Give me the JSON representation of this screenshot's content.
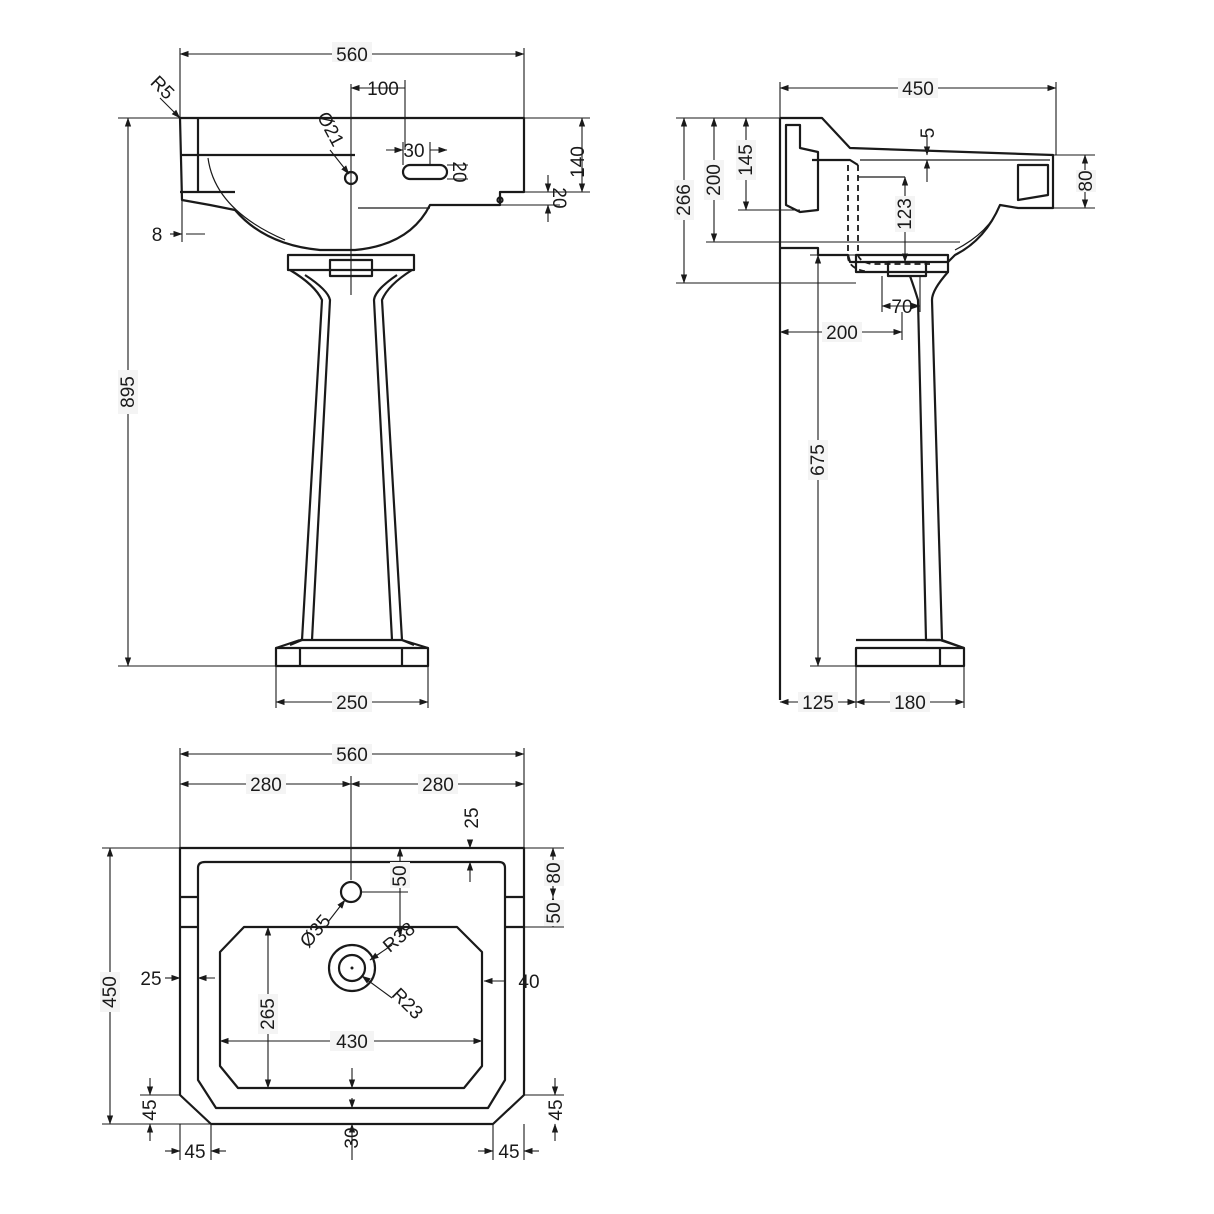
{
  "front_view": {
    "width": "560",
    "tap_offset": "100",
    "tap_hole_dia": "Ø21",
    "corner_radius": "R5",
    "overflow_width": "30",
    "overflow_height": "20",
    "rim_height": "140",
    "rim_step": "20",
    "edge_setback": "8",
    "total_height": "895",
    "pedestal_base": "250"
  },
  "side_view": {
    "depth": "450",
    "lip": "5",
    "basin_height": "266",
    "bowl_depth": "200",
    "back_height": "145",
    "front_rim": "80",
    "drain_height": "123",
    "waste_offset": "70",
    "waste_from_wall": "200",
    "pedestal_height": "675",
    "wall_gap": "125",
    "pedestal_depth": "180"
  },
  "plan_view": {
    "width": "560",
    "half_left": "280",
    "half_right": "280",
    "back_margin": "25",
    "tap_to_edge": "50",
    "ledge_depth": "80",
    "ledge_gap": "50",
    "tap_hole": "Ø35",
    "drain_outer": "R38",
    "drain_inner": "R23",
    "side_margin_left": "25",
    "side_margin_right": "40",
    "bowl_depth": "265",
    "bowl_width": "430",
    "overall_depth": "450",
    "chamfer_left": "45",
    "chamfer_right": "45",
    "chamfer_bottom_left": "45",
    "chamfer_bottom_right": "45",
    "front_margin": "30"
  }
}
